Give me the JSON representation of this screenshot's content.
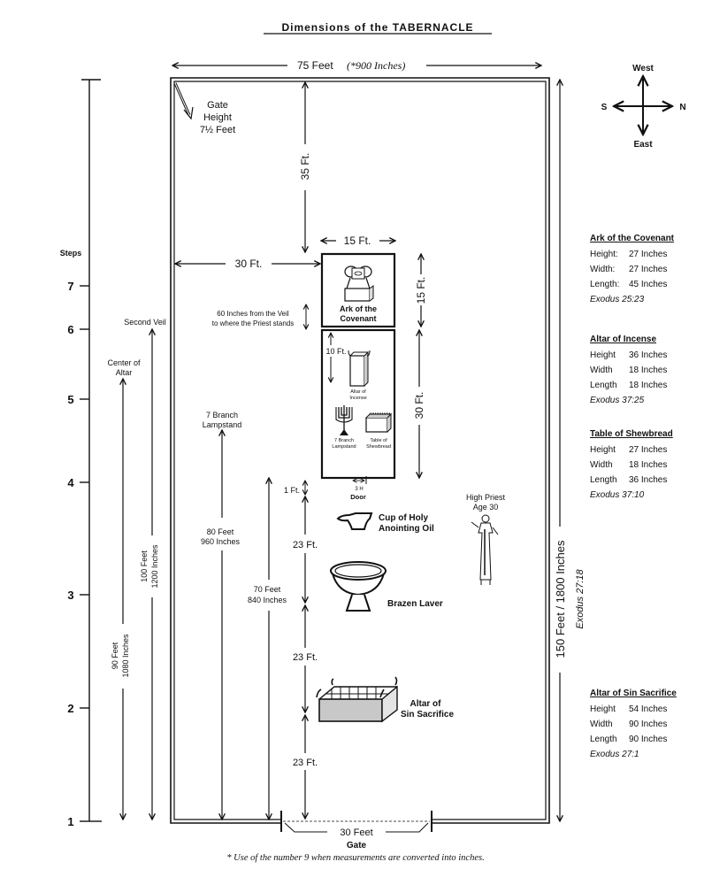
{
  "title": "Dimensions of the TABERNACLE",
  "width_label": {
    "feet": "75 Feet",
    "inches": "(*900 Inches)"
  },
  "length_label": {
    "text": "150 Feet / 1800 Inches",
    "ref": "Exodus 27:18"
  },
  "compass": {
    "north": "N",
    "south": "S",
    "east": "East",
    "west": "West"
  },
  "steps": {
    "label": "Steps",
    "ticks": [
      "7",
      "6",
      "5",
      "4",
      "3",
      "2",
      "1"
    ]
  },
  "gate_height": {
    "line1": "Gate",
    "line2": "Height",
    "line3": "7½ Feet"
  },
  "measurements": {
    "ft35": "35 Ft.",
    "ft30_side": "30 Ft.",
    "ft15_top": "15 Ft.",
    "ft15_side": "15 Ft.",
    "ft30_holy": "30 Ft.",
    "ft10": "10 Ft.",
    "ft1": "1 Ft.",
    "ft23_a": "23 Ft.",
    "ft23_b": "23 Ft.",
    "ft23_c": "23 Ft.",
    "veil_note_1": "60 Inches from the Veil",
    "veil_note_2": "to where the Priest stands",
    "door_width": "3 H",
    "door": "Door"
  },
  "verticals": {
    "second_veil": "Second Veil",
    "center_altar_1": "Center of",
    "center_altar_2": "Altar",
    "lampstand_1": "7 Branch",
    "lampstand_2": "Lampstand",
    "d80_1": "80 Feet",
    "d80_2": "960 Inches",
    "d70_1": "70 Feet",
    "d70_2": "840 Inches",
    "d100_1": "100 Feet",
    "d100_2": "1200 Inches",
    "d90_1": "90 Feet",
    "d90_2": "1080 Inches"
  },
  "items": {
    "ark_1": "Ark of the",
    "ark_2": "Covenant",
    "incense_1": "Altar of",
    "incense_2": "Incense",
    "lamp_1": "7 Branch",
    "lamp_2": "Lampstand",
    "table_1": "Table of",
    "table_2": "Shewbread",
    "cup_1": "Cup of Holy",
    "cup_2": "Anointing Oil",
    "laver": "Brazen Laver",
    "altar_1": "Altar of",
    "altar_2": "Sin Sacrifice",
    "priest_1": "High Priest",
    "priest_2": "Age 30"
  },
  "gate": {
    "width": "30 Feet",
    "label": "Gate"
  },
  "footnote": "* Use of the number 9 when measurements are converted into inches.",
  "panels": [
    {
      "title": "Ark of the Covenant",
      "rows": [
        {
          "k": "Height:",
          "v": "27 Inches"
        },
        {
          "k": "Width:",
          "v": "27 Inches"
        },
        {
          "k": "Length:",
          "v": "45 Inches"
        }
      ],
      "ref": "Exodus 25:23"
    },
    {
      "title": "Altar of Incense",
      "rows": [
        {
          "k": "Height",
          "v": "36 Inches"
        },
        {
          "k": "Width",
          "v": "18 Inches"
        },
        {
          "k": "Length",
          "v": "18 Inches"
        }
      ],
      "ref": "Exodus 37:25"
    },
    {
      "title": "Table of Shewbread",
      "rows": [
        {
          "k": "Height",
          "v": "27 Inches"
        },
        {
          "k": "Width",
          "v": "18 Inches"
        },
        {
          "k": "Length",
          "v": "36 Inches"
        }
      ],
      "ref": "Exodus 37:10"
    },
    {
      "title": "Altar of Sin Sacrifice",
      "rows": [
        {
          "k": "Height",
          "v": "54 Inches"
        },
        {
          "k": "Width",
          "v": "90 Inches"
        },
        {
          "k": "Length",
          "v": "90 Inches"
        }
      ],
      "ref": "Exodus 27:1"
    }
  ]
}
